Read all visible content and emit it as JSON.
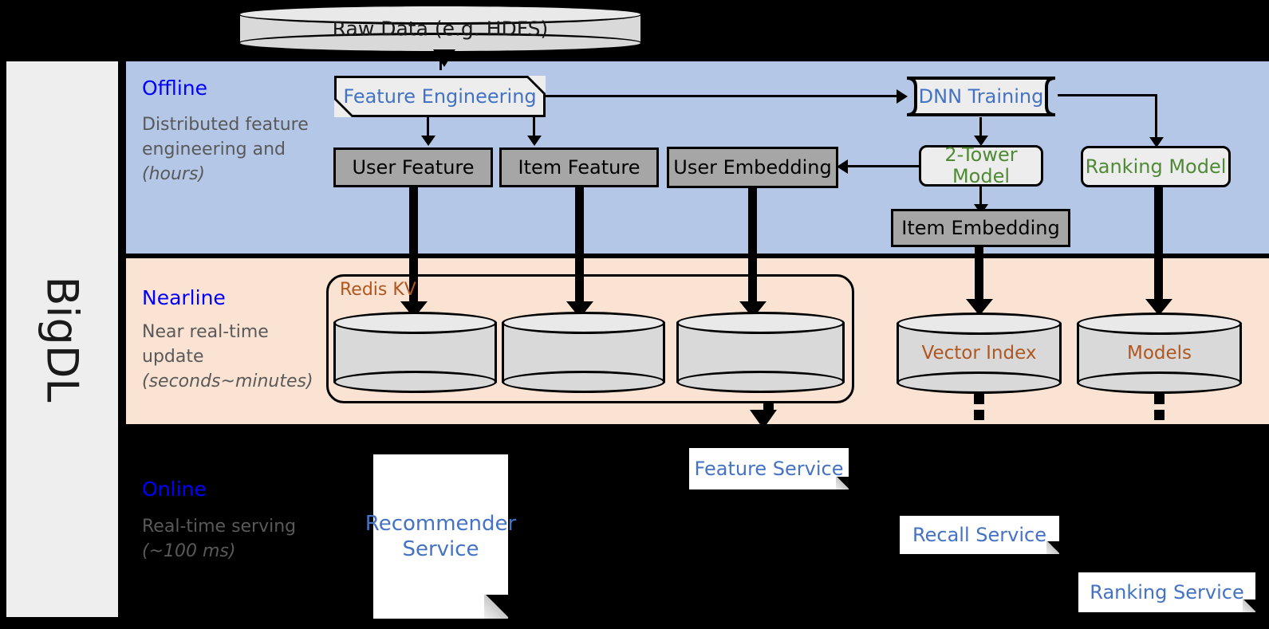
{
  "framework": {
    "name": "BigDL"
  },
  "sources": {
    "raw_data": {
      "label": "Raw Data (e.g. HDFS)"
    }
  },
  "bands": [
    {
      "id": "offline",
      "title": "Offline",
      "description": "Distributed feature engineering and ",
      "description_italic": "(hours)",
      "bg_color": "#b4c7e7",
      "title_color": "#0000ff"
    },
    {
      "id": "nearline",
      "title": "Nearline",
      "description": "Near real-time update ",
      "description_italic": "(seconds~minutes)",
      "bg_color": "#fbe3d3",
      "title_color": "#0000ff"
    },
    {
      "id": "online",
      "title": "Online",
      "description": "Real-time serving ",
      "description_italic": "(~100 ms)",
      "bg_color": "#000000",
      "title_color": "#0000ff"
    }
  ],
  "offline": {
    "feature_engineering": {
      "label": "Feature Engineering",
      "text_color": "#4472c4"
    },
    "dnn_training": {
      "label": "DNN Training",
      "text_color": "#4472c4"
    },
    "user_feature": {
      "label": "User Feature",
      "text_color": "#000000"
    },
    "item_feature": {
      "label": "Item Feature",
      "text_color": "#000000"
    },
    "user_embedding": {
      "label": "User Embedding",
      "text_color": "#000000"
    },
    "two_tower_model": {
      "label": "2-Tower Model",
      "text_color": "#4f8a34"
    },
    "ranking_model": {
      "label": "Ranking Model",
      "text_color": "#4f8a34"
    },
    "item_embedding": {
      "label": "Item Embedding",
      "text_color": "#000000"
    }
  },
  "nearline": {
    "redis_kv": {
      "label": "Redis KV",
      "text_color": "#b0561f"
    },
    "stores": [
      {
        "label": ""
      },
      {
        "label": ""
      },
      {
        "label": ""
      }
    ],
    "vector_index": {
      "label": "Vector Index",
      "text_color": "#b0561f"
    },
    "models": {
      "label": "Models",
      "text_color": "#b0561f"
    }
  },
  "online": {
    "recommender_service": {
      "label": "Recommender Service",
      "text_color": "#4472c4"
    },
    "feature_service": {
      "label": "Feature Service",
      "text_color": "#4472c4"
    },
    "recall_service": {
      "label": "Recall Service",
      "text_color": "#4472c4"
    },
    "ranking_service": {
      "label": "Ranking Service",
      "text_color": "#4472c4"
    }
  }
}
